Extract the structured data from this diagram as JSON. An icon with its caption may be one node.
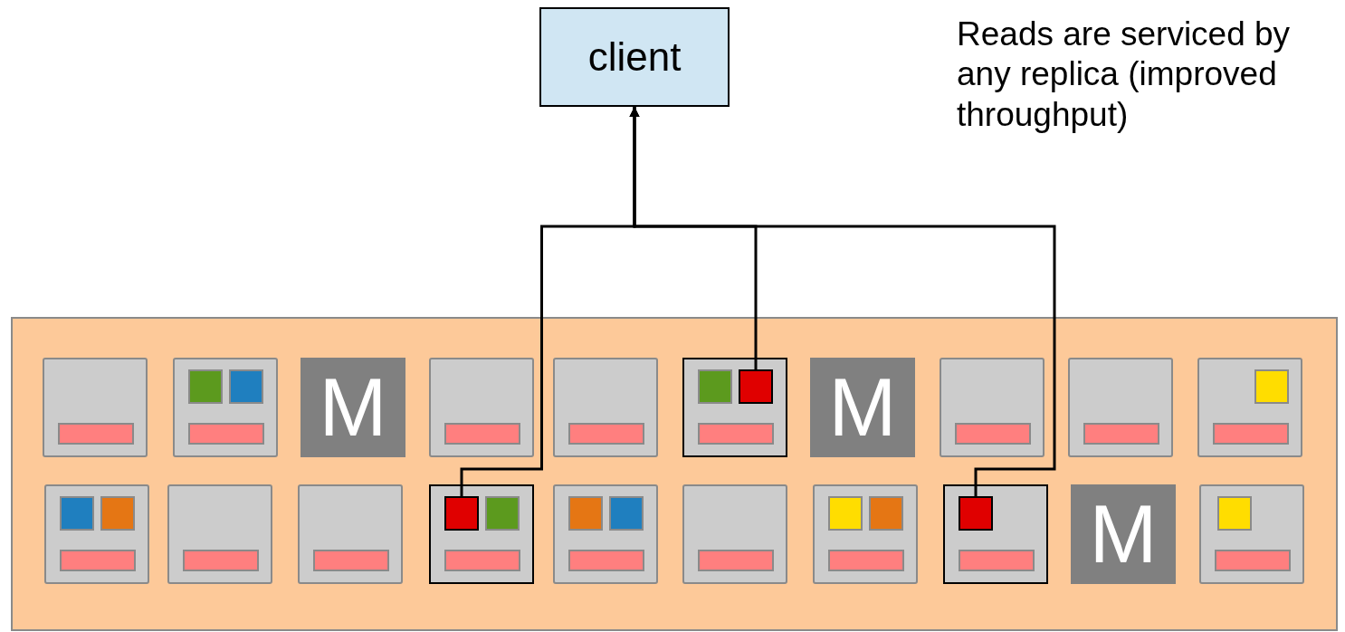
{
  "diagram": {
    "nodes": [
      {
        "text": [
          "client"
        ]
      },
      {
        "text": [],
        "shape": "box"
      },
      {
        "text": [],
        "shape": "box",
        "in": 1
      },
      {
        "text": [],
        "shape": "box",
        "in": 1
      },
      {
        "text": [
          "M"
        ],
        "in": 1
      },
      {
        "text": [],
        "shape": "box",
        "in": 1
      },
      {
        "text": [],
        "shape": "box",
        "in": 1
      },
      {
        "text": [],
        "shape": "box",
        "in": 1
      },
      {
        "text": [
          "M"
        ],
        "in": 1
      },
      {
        "text": [],
        "shape": "box",
        "in": 1
      },
      {
        "text": [],
        "shape": "box",
        "in": 1
      },
      {
        "text": [],
        "shape": "box",
        "in": 1
      },
      {
        "text": [],
        "shape": "box",
        "in": 1
      },
      {
        "text": [],
        "shape": "box",
        "in": 1
      },
      {
        "text": [],
        "shape": "box",
        "in": 1
      },
      {
        "text": [],
        "shape": "box",
        "in": 1
      },
      {
        "text": [],
        "shape": "box",
        "in": 1
      },
      {
        "text": [],
        "shape": "box",
        "in": 1
      },
      {
        "text": [],
        "shape": "box",
        "in": 1
      },
      {
        "text": [],
        "shape": "box",
        "in": 1
      },
      {
        "text": [
          "M"
        ],
        "in": 1
      },
      {
        "text": [],
        "shape": "box",
        "in": 1
      },
      {
        "text": [],
        "shape": "box",
        "in": 7
      },
      {
        "text": [],
        "shape": "box",
        "in": 15
      },
      {
        "text": [],
        "shape": "box",
        "in": 19
      }
    ],
    "edges": [
      {
        "from": 23,
        "to": 0,
        "arrow": "to"
      },
      {
        "from": 22,
        "to": 0,
        "arrow": "to"
      },
      {
        "from": 24,
        "to": 0,
        "arrow": "to"
      }
    ],
    "labels": [
      "Reads are serviced by any replica (improved throughput)"
    ]
  }
}
